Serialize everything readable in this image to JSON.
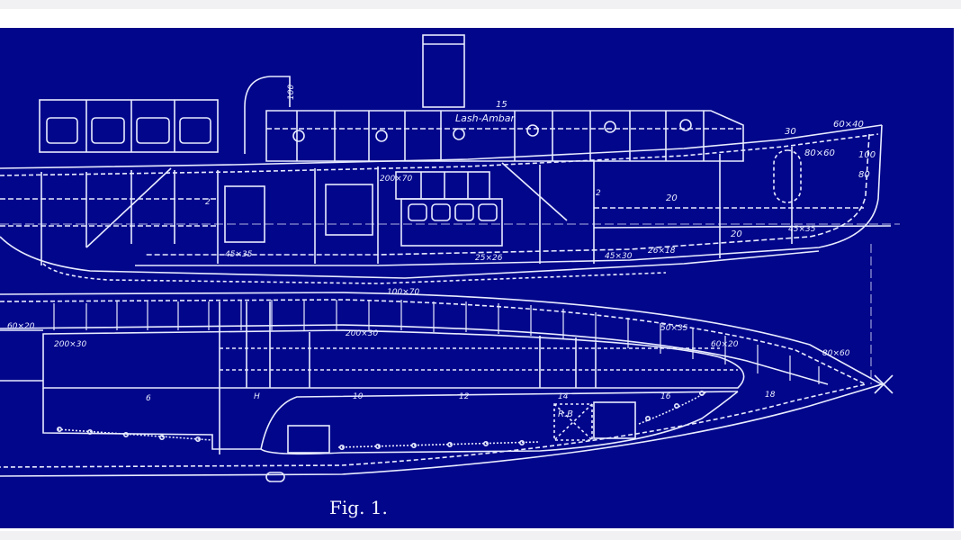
{
  "colors": {
    "background": "#02068a",
    "lines": "#e8ecff",
    "frame": "#ffffff"
  },
  "caption": "Fig. 1.",
  "side_view": {
    "labels": {
      "r100": "100",
      "r15": "15",
      "lash": "Lash-Ambar",
      "r30": "30",
      "r60x40": "60×40",
      "r80x60": "80×60",
      "r100b": "100",
      "r80": "80",
      "r200x70": "200×70",
      "r20a": "20",
      "r20b": "20",
      "r45x35a": "45×35",
      "r45x35b": "45×35",
      "r25x26": "25×26",
      "r45x30": "45×30",
      "r26x18": "26×18",
      "r2a": "2",
      "r2b": "2"
    }
  },
  "plan_view": {
    "labels": {
      "r100x70": "100×70",
      "r200x30a": "200×30",
      "r200x30b": "200×30",
      "r50x35": "50×35",
      "r60x20a": "60×20",
      "r60x20b": "60×20",
      "r80x60": "80×60",
      "rb": "R.B",
      "f6": "6",
      "f10": "10",
      "f12": "12",
      "f14": "14",
      "f16": "16",
      "f18": "18",
      "fH": "H"
    }
  }
}
